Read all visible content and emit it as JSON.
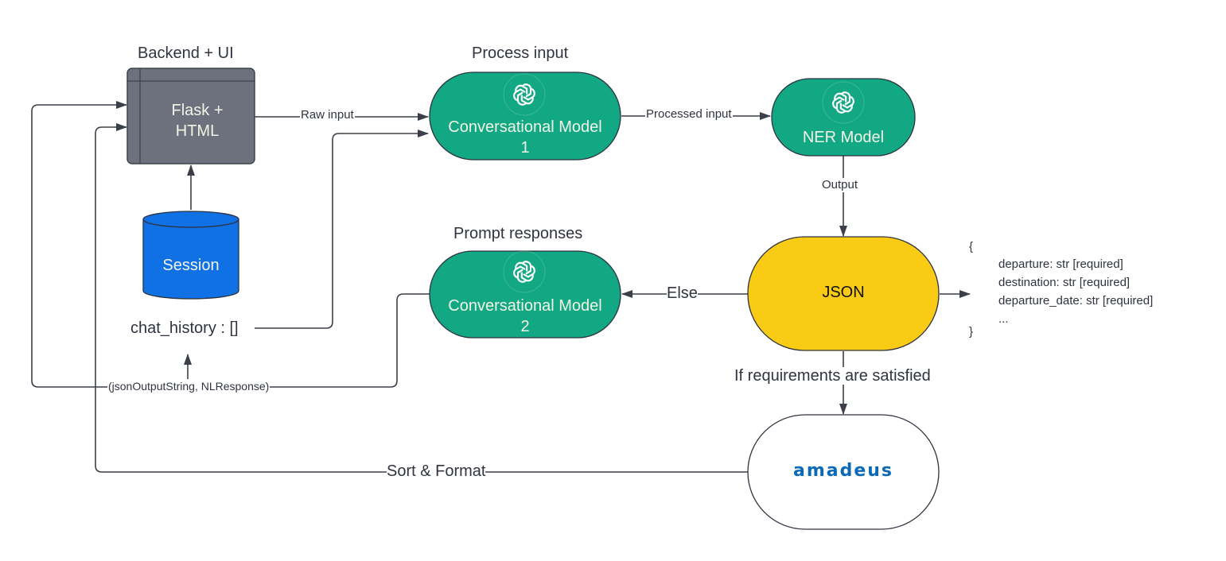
{
  "colors": {
    "backend": "#6d717d",
    "model": "#12a883",
    "session": "#1071e5",
    "json": "#facb15",
    "amadeus_fill": "#ffffff",
    "amadeus_brand": "#0a6ab8",
    "line": "#3a3f4a"
  },
  "nodes": {
    "backend": {
      "title": "Backend + UI",
      "text_line1": "Flask +",
      "text_line2": "HTML"
    },
    "session": {
      "text": "Session",
      "caption": "chat_history : []"
    },
    "model1": {
      "title": "Process input",
      "text_line1": "Conversational Model",
      "text_line2": "1",
      "icon": "openai-icon"
    },
    "ner": {
      "text": "NER Model",
      "icon": "openai-icon"
    },
    "model2": {
      "title": "Prompt responses",
      "text_line1": "Conversational Model",
      "text_line2": "2",
      "icon": "openai-icon"
    },
    "json": {
      "text": "JSON"
    },
    "amadeus": {
      "logo_text": "amadeus"
    }
  },
  "edges": {
    "raw_input": "Raw input",
    "processed_input": "Processed input",
    "output": "Output",
    "else": "Else",
    "if_satisfied": "If requirements are satisfied",
    "response_tuple": "(jsonOutputString, NLResponse)",
    "sort_format": "Sort & Format"
  },
  "schema": {
    "open": "{",
    "lines": [
      "departure: str [required]",
      "destination: str [required]",
      "departure_date: str [required]",
      "..."
    ],
    "close": "}"
  }
}
